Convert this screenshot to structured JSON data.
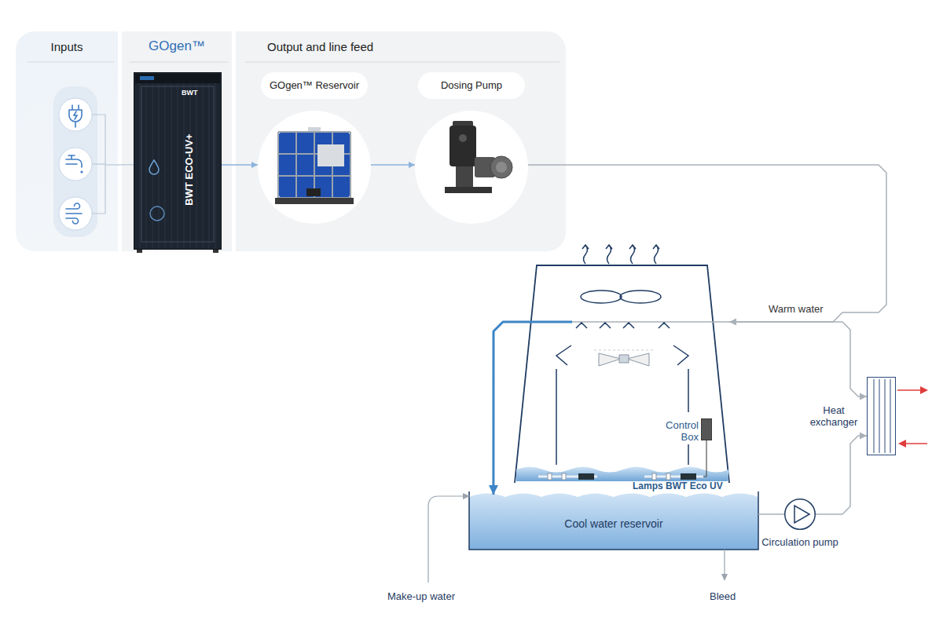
{
  "diagram": {
    "nodes": [
      {
        "text": [
          "Inputs"
        ]
      },
      {
        "text": [
          "GOgen™"
        ]
      },
      {
        "text": [
          "Output and line feed"
        ]
      },
      {
        "text": [
          "BWT",
          "BWT ECO-UV+"
        ],
        "in": 1
      },
      {
        "text": [
          "GOgen™ Reservoir"
        ],
        "in": 2
      },
      {
        "text": [
          "Dosing Pump"
        ],
        "in": 2
      },
      {
        "text": [
          "Lamps BWT Eco UV"
        ]
      },
      {
        "text": [
          "Control Box"
        ],
        "in": 6
      },
      {
        "text": [
          "Cool water reservoir"
        ]
      },
      {
        "text": [
          "Circulation pump"
        ]
      },
      {
        "text": [
          "Heat exchanger"
        ]
      }
    ],
    "edges": [
      {
        "from": 0,
        "to": 3,
        "arrow": "none"
      },
      {
        "from": 3,
        "to": 4,
        "arrow": "to"
      },
      {
        "from": 4,
        "to": 5,
        "arrow": "to"
      },
      {
        "from": 5,
        "to": 6,
        "arrow": "to"
      },
      {
        "from": 6,
        "to": 10,
        "arrow": "to",
        "label": "Warm water"
      },
      {
        "from": 6,
        "to": 8,
        "arrow": "to"
      },
      {
        "from": 8,
        "to": 9,
        "arrow": "none"
      },
      {
        "from": 9,
        "to": 10,
        "arrow": "to"
      }
    ],
    "labels": [
      "Make-up water",
      "Bleed"
    ]
  }
}
